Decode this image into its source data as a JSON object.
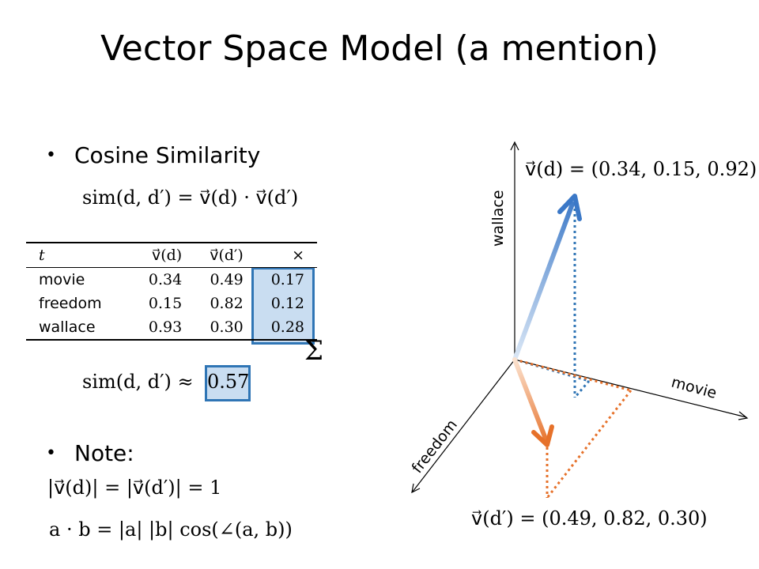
{
  "title": "Vector Space Model (a mention)",
  "bullets": {
    "cosine": "Cosine Similarity",
    "note": "Note:"
  },
  "formulas": {
    "sim_def": "sim(d, d′) = v⃗(d) · v⃗(d′)",
    "sim_approx_prefix": "sim(d, d′) ≈",
    "sim_result": "0.57",
    "sum_symbol": "Σ",
    "norm_eq": "|v⃗(d)| = |v⃗(d′)| = 1",
    "dot_def": "a · b = |a| |b| cos(∠(a, b))"
  },
  "table": {
    "headers": [
      "t",
      "v⃗(d)",
      "v⃗(d′)",
      "×"
    ],
    "rows": [
      {
        "term": "movie",
        "vd": "0.34",
        "vd2": "0.49",
        "prod": "0.17"
      },
      {
        "term": "freedom",
        "vd": "0.15",
        "vd2": "0.82",
        "prod": "0.12"
      },
      {
        "term": "wallace",
        "vd": "0.93",
        "vd2": "0.30",
        "prod": "0.28"
      }
    ]
  },
  "diagram": {
    "axes": {
      "wallace": "wallace",
      "movie": "movie",
      "freedom": "freedom"
    },
    "vector_d_label": "v⃗(d) = (0.34, 0.15, 0.92)",
    "vector_d2_label": "v⃗(d′) = (0.49, 0.82, 0.30)",
    "colors": {
      "vector_d": "#3b78c7",
      "vector_d2": "#e6712a",
      "highlight_fill": "#c9ddf1",
      "highlight_border": "#2f75b5"
    }
  }
}
